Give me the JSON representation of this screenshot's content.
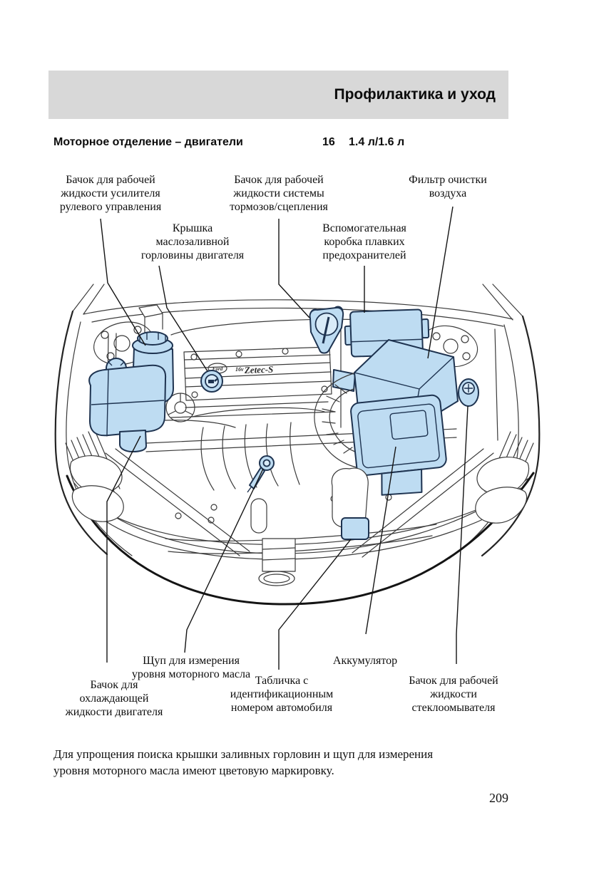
{
  "header": {
    "section_title": "Профилактика и уход",
    "page_topic": "Моторное отделение – двигатели",
    "spec_number": "16",
    "spec_engines": "1.4 л/1.6 л"
  },
  "callouts": {
    "power_steering": "Бачок для рабочей\nжидкости усилителя\nрулевого управления",
    "brake_clutch": "Бачок для рабочей\nжидкости системы\nтормозов/сцепления",
    "air_filter": "Фильтр очистки\nвоздуха",
    "oil_filler_cap": "Крышка\nмаслозаливной\nгорловины двигателя",
    "fuse_box": "Вспомогательная\nкоробка плавких\nпредохранителей",
    "dipstick": "Щуп для измерения\nуровня моторного масла",
    "battery": "Аккумулятор",
    "coolant": "Бачок для\nохлаждающей\nжидкости двигателя",
    "vin_plate": "Табличка с\nидентификационным\nномером автомобиля",
    "washer": "Бачок для рабочей\nжидкости\nстеклоомывателя"
  },
  "diagram": {
    "brand_badge": "Ford",
    "engine_badge_prefix": "16v",
    "engine_badge": "Zetec-S"
  },
  "footer": {
    "note": "Для упрощения поиска крышки заливных горловин и щуп для измерения уровня моторного масла имеют цветовую маркировку.",
    "page_number": "209"
  },
  "colors": {
    "band_bg": "#d8d8d8",
    "highlight_fill": "#bedcf2",
    "highlight_stroke": "#1e3350",
    "line": "#3b3b3b"
  }
}
